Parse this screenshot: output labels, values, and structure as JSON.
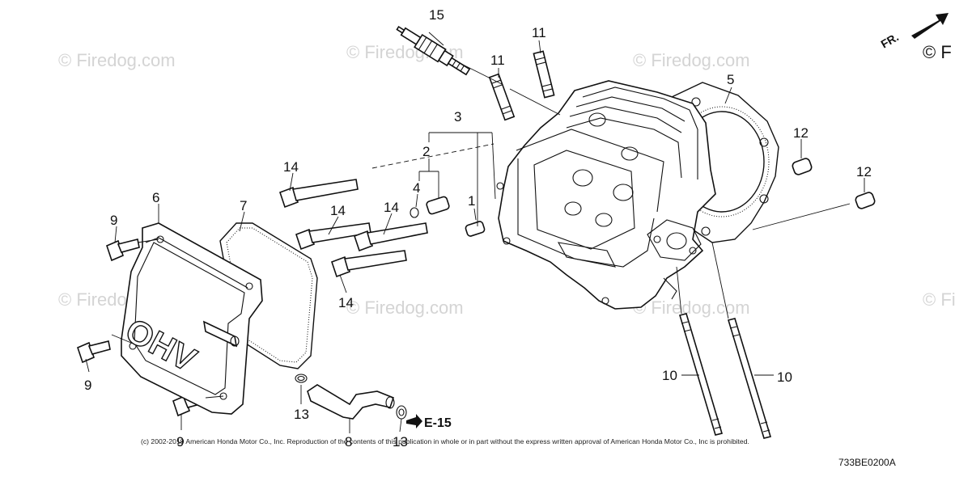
{
  "watermark": {
    "text": "© Firedog.com"
  },
  "direction": {
    "label": "FR."
  },
  "callouts": {
    "c1": "1",
    "c2": "2",
    "c3": "3",
    "c4": "4",
    "c5": "5",
    "c6": "6",
    "c7": "7",
    "c8": "8",
    "c9a": "9",
    "c9b": "9",
    "c9c": "9",
    "c10a": "10",
    "c10b": "10",
    "c11a": "11",
    "c11b": "11",
    "c12a": "12",
    "c12b": "12",
    "c13a": "13",
    "c13b": "13",
    "c14a": "14",
    "c14b": "14",
    "c14c": "14",
    "c14d": "14",
    "c15": "15"
  },
  "reference": {
    "label": "E-15"
  },
  "cover_marking": "OHV",
  "copyright": "(c) 2002-2019 American Honda Motor Co., Inc. Reproduction of the contents of this publication in whole or in part without the express written approval of American Honda Motor Co., Inc is prohibited.",
  "diagram_code": "733BE0200A"
}
